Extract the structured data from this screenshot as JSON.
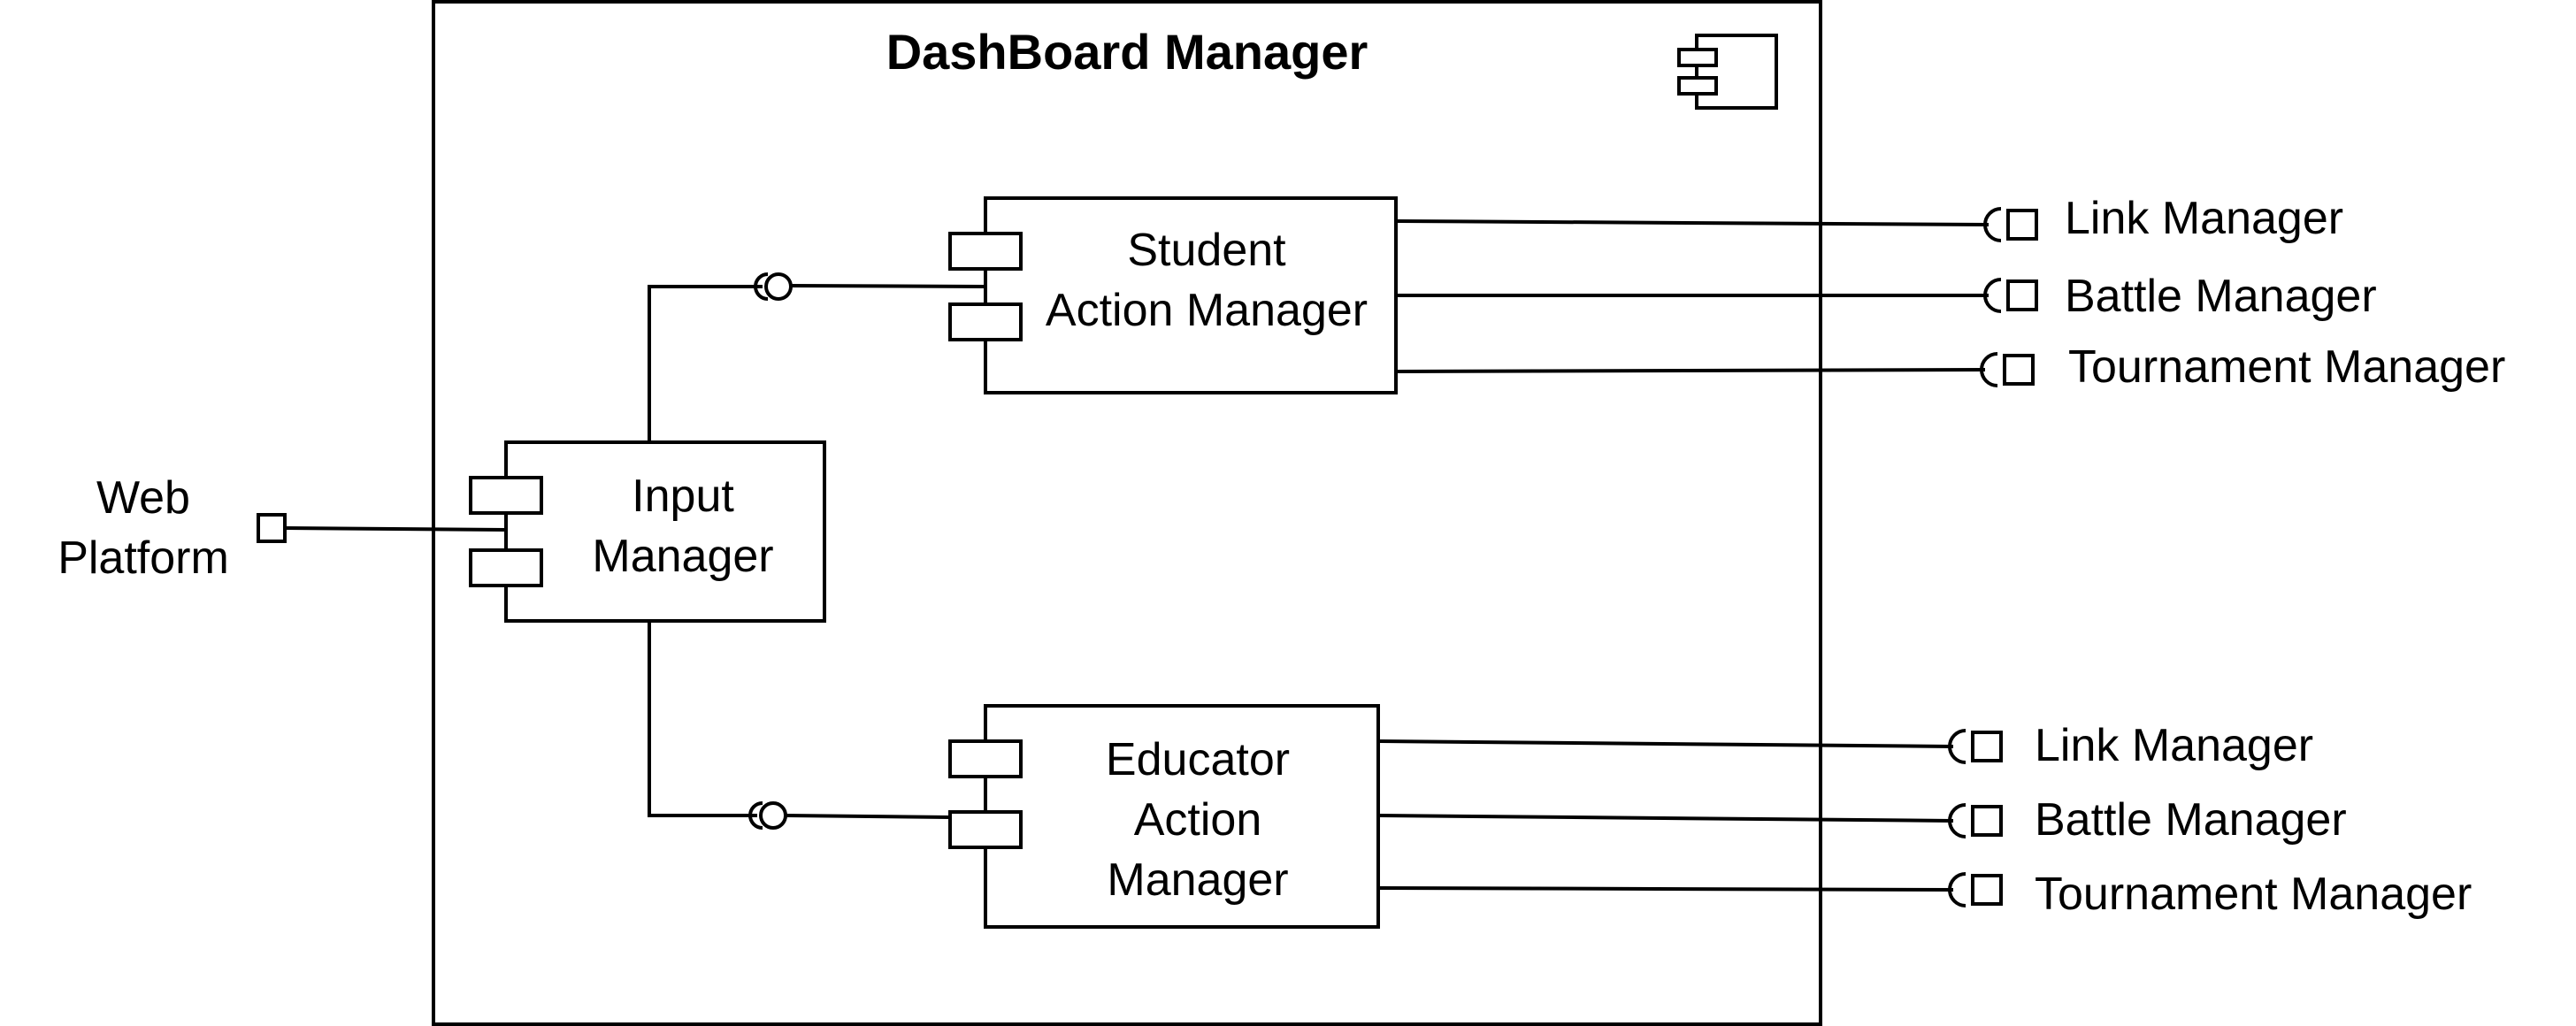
{
  "diagram": {
    "container": {
      "title": "DashBoard Manager"
    },
    "external": {
      "web_platform": [
        "Web",
        "Platform"
      ]
    },
    "components": {
      "input_manager": [
        "Input",
        "Manager"
      ],
      "student_action_manager": [
        "Student",
        "Action Manager"
      ],
      "educator_action_manager": [
        "Educator",
        "Action",
        "Manager"
      ]
    },
    "student_interfaces": [
      "Link Manager",
      "Battle Manager",
      "Tournament Manager"
    ],
    "educator_interfaces": [
      "Link Manager",
      "Battle Manager",
      "Tournament Manager"
    ]
  }
}
